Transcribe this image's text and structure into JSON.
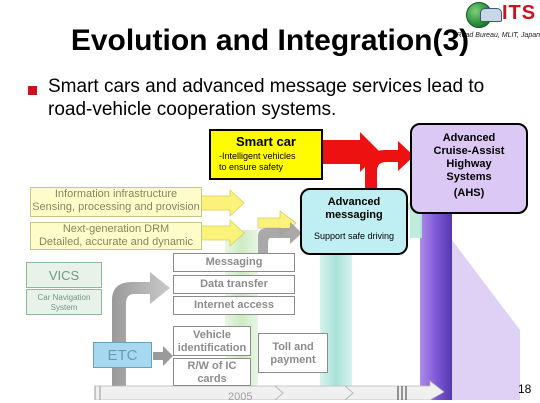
{
  "logo": {
    "mark": "ITS",
    "subtitle": "Road Bureau, MLIT, Japan"
  },
  "title": "Evolution and Integration(3)",
  "bullet": "Smart cars and advanced message services lead to road-vehicle cooperation systems.",
  "info_boxes": [
    {
      "line1": "Information infrastructure",
      "line2": "Sensing, processing and provision"
    },
    {
      "line1": "Next-generation DRM",
      "line2": "Detailed, accurate and dynamic"
    }
  ],
  "smart_car": {
    "heading": "Smart car",
    "line1": "-Intelligent vehicles",
    "line2": "to ensure safety"
  },
  "advanced_messaging": {
    "line1": "Advanced",
    "line2": "messaging",
    "sub": "Support safe driving"
  },
  "ahs": {
    "line1": "Advanced",
    "line2": "Cruise-Assist",
    "line3": "Highway",
    "line4": "Systems",
    "line5": "(AHS)"
  },
  "vics": {
    "label": "VICS",
    "sub1": "Car Navigation",
    "sub2": "System"
  },
  "services": [
    "Messaging",
    "Data transfer",
    "Internet access"
  ],
  "etc": {
    "label": "ETC"
  },
  "etc_services": {
    "vehicle_id": {
      "line1": "Vehicle",
      "line2": "identification"
    },
    "rw_ic": {
      "line1": "R/W of IC",
      "line2": "cards"
    },
    "toll": {
      "line1": "Toll and",
      "line2": "payment"
    }
  },
  "timeline": {
    "year": "2005"
  },
  "page_number": "18",
  "colors": {
    "title": "#000000",
    "bullet_mark": "#d0101a",
    "smart_car_fill": "#fffb00",
    "advanced_messaging_fill": "#bfeff2",
    "ahs_fill": "#dcc8f5",
    "ahs_column": "#7a4fd6",
    "red_arrow": "#ee1111",
    "info_fill": "#fefcc8",
    "etc_fill": "#a6d8f0",
    "vics_fill": "#e8f2e8"
  }
}
